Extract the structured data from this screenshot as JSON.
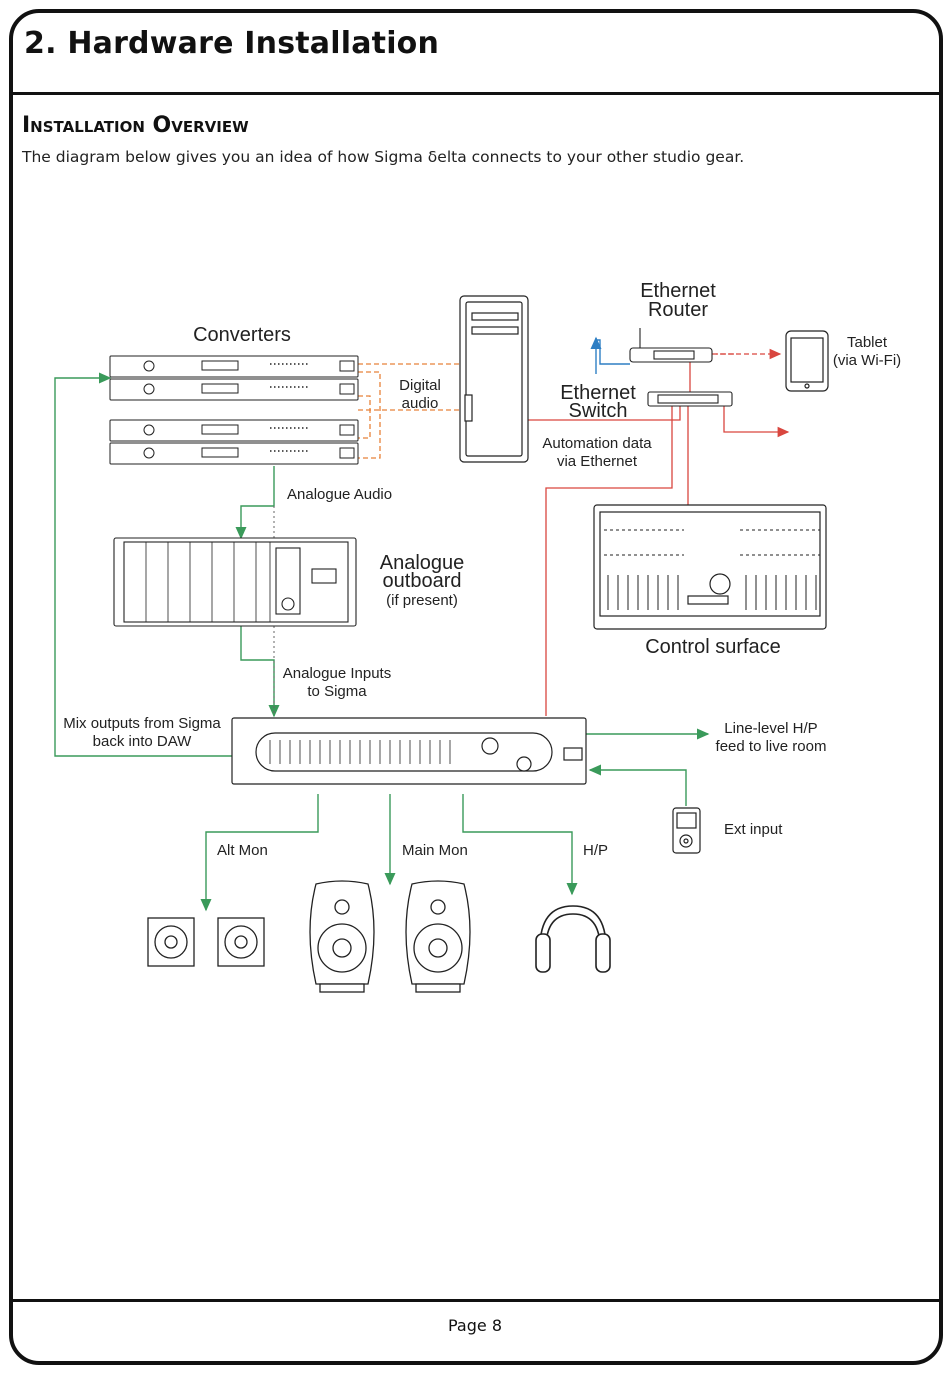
{
  "header": {
    "title": "2. Hardware Installation"
  },
  "section": {
    "title": "Installation Overview",
    "intro": "The diagram below gives you an idea of how Sigma δelta connects to your other studio gear."
  },
  "diagram": {
    "converters": "Converters",
    "digital_audio": [
      "Digital",
      "audio"
    ],
    "ethernet_router": [
      "Ethernet",
      "Router"
    ],
    "ethernet_switch": [
      "Ethernet",
      "Switch"
    ],
    "tablet": [
      "Tablet",
      "(via Wi-Fi)"
    ],
    "automation": [
      "Automation data",
      "via Ethernet"
    ],
    "analogue_audio": "Analogue Audio",
    "analogue_outboard": [
      "Analogue",
      "outboard"
    ],
    "if_present": "(if present)",
    "control_surface": "Control surface",
    "analogue_inputs": [
      "Analogue Inputs",
      "to Sigma"
    ],
    "mix_outputs": [
      "Mix outputs from Sigma",
      "back into DAW"
    ],
    "line_level": [
      "Line-level H/P",
      "feed to live room"
    ],
    "ext_input": "Ext input",
    "alt_mon": "Alt Mon",
    "main_mon": "Main Mon",
    "hp": "H/P",
    "colors": {
      "analogue": "#3a9a5a",
      "digital": "#e8823a",
      "ethernet": "#d9463f",
      "wifi": "#2f7fc4"
    }
  },
  "footer": {
    "page": "Page 8"
  }
}
